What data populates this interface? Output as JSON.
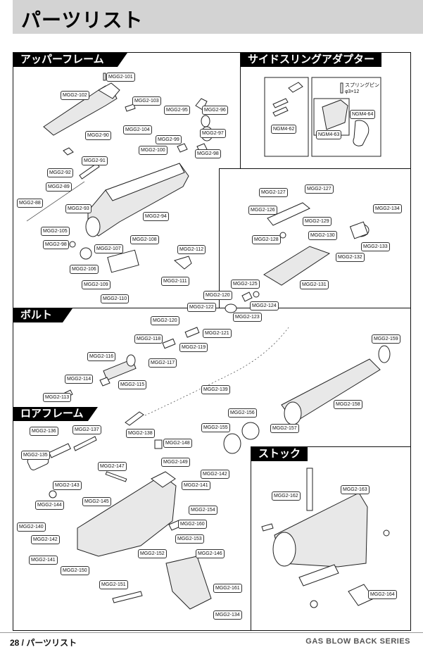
{
  "page_title": "パーツリスト",
  "sections": {
    "upper": "アッパーフレーム",
    "sling": "サイドスリングアダプター",
    "bolt": "ボルト",
    "lower": "ロアフレーム",
    "stock": "ストック"
  },
  "spring_pin_note": "スプリングピン",
  "spring_pin_size": "φ3×12",
  "labels": [
    "MGG2-101",
    "MGG2-102",
    "MGG2-103",
    "MGG2-104",
    "MGG2-95",
    "MGG2-96",
    "MGG2-97",
    "MGG2-98",
    "MGG2-99",
    "MGG2-100",
    "MGG2-90",
    "MGG2-91",
    "MGG2-92",
    "MGG2-89",
    "MGG2-93",
    "MGG2-88",
    "MGG2-94",
    "MGG2-105",
    "MGG2-98",
    "MGG2-107",
    "MGG2-108",
    "MGG2-106",
    "MGG2-109",
    "MGG2-110",
    "MGG2-112",
    "MGG2-111",
    "NGM4-62",
    "NGM4-63",
    "NGM4-64",
    "MGG2-127",
    "MGG2-127",
    "MGG2-126",
    "MGG2-129",
    "MGG2-134",
    "MGG2-128",
    "MGG2-130",
    "MGG2-133",
    "MGG2-132",
    "MGG2-131",
    "MGG2-125",
    "MGG2-120",
    "MGG2-124",
    "MGG2-122",
    "MGG2-123",
    "MGG2-120",
    "MGG2-121",
    "MGG2-118",
    "MGG2-119",
    "MGG2-116",
    "MGG2-117",
    "MGG2-114",
    "MGG2-115",
    "MGG2-113",
    "MGG2-139",
    "MGG2-159",
    "MGG2-158",
    "MGG2-136",
    "MGG2-137",
    "MGG2-138",
    "MGG2-156",
    "MGG2-155",
    "MGG2-157",
    "MGG2-135",
    "MGG2-148",
    "MGG2-147",
    "MGG2-149",
    "MGG2-142",
    "MGG2-143",
    "MGG2-141",
    "MGG2-144",
    "MGG2-145",
    "MGG2-154",
    "MGG2-140",
    "MGG2-160",
    "MGG2-142",
    "MGG2-153",
    "MGG2-141",
    "MGG2-152",
    "MGG2-146",
    "MGG2-150",
    "MGG2-151",
    "MGG2-161",
    "MGG2-134",
    "MGG2-162",
    "MGG2-163",
    "MGG2-164"
  ],
  "footer": {
    "page": "28 / パーツリスト",
    "series": "GAS BLOW BACK SERIES"
  }
}
